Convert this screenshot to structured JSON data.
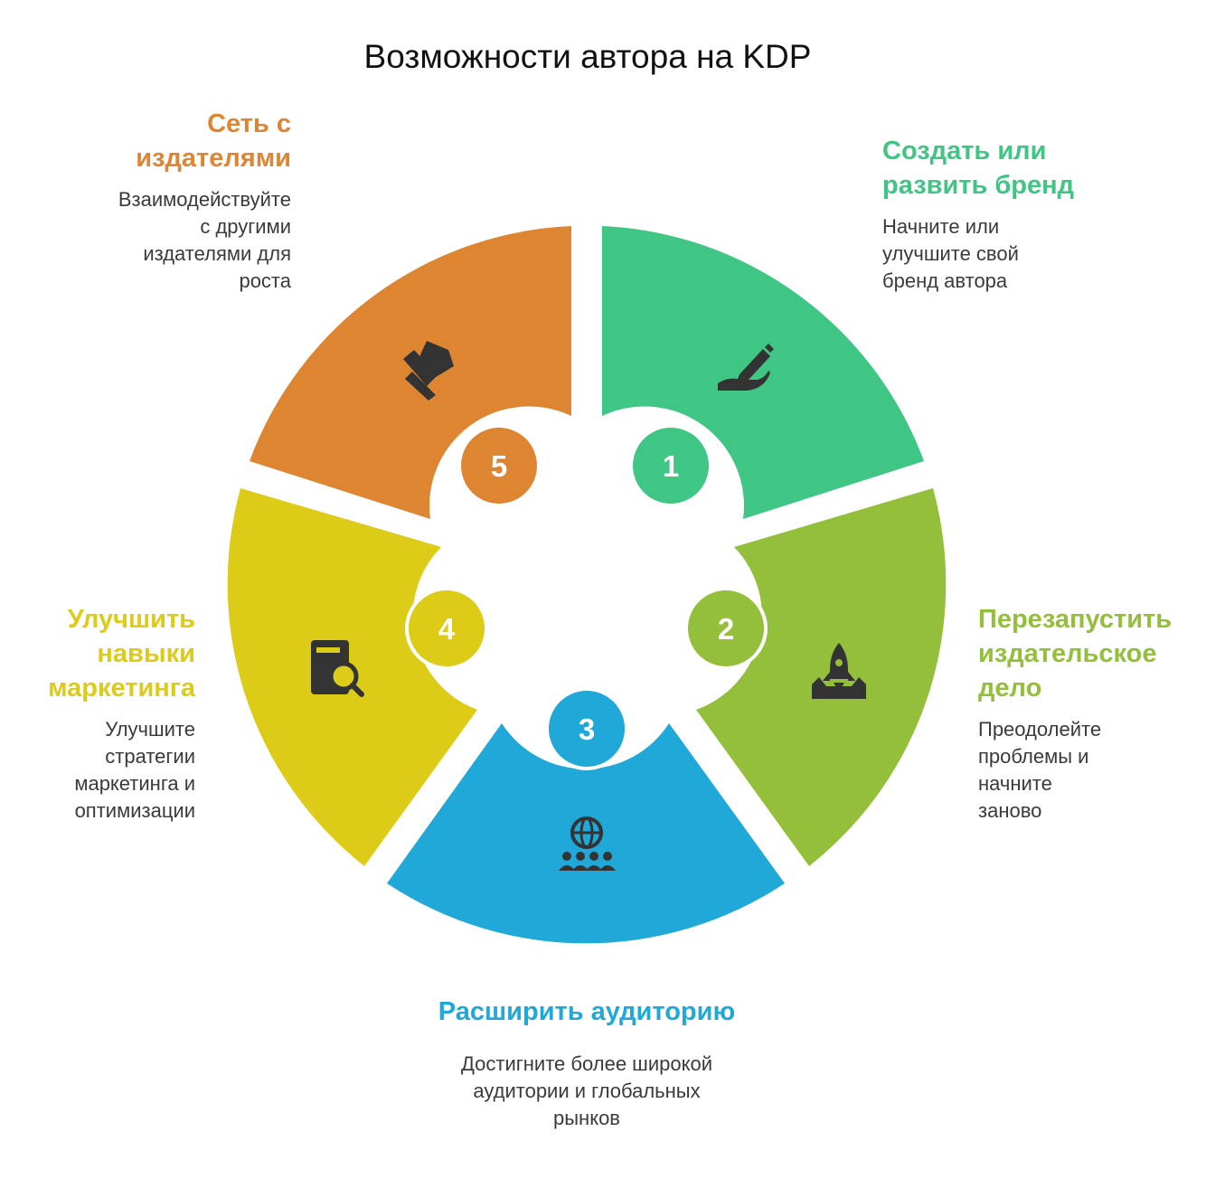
{
  "title": "Возможности автора на KDP",
  "colors": {
    "green": "#3fc584",
    "lime": "#94bf3b",
    "blue": "#20a8d8",
    "yellow": "#dccb17",
    "orange": "#de8532"
  },
  "segments": [
    {
      "number": "1",
      "heading": "Создать или развить бренд",
      "heading_lines": [
        "Создать или",
        "развить бренд"
      ],
      "desc_lines": [
        "Начните или",
        "улучшите свой",
        "бренд автора"
      ],
      "icon": "hand-pen-icon"
    },
    {
      "number": "2",
      "heading": "Перезапустить издательское дело",
      "heading_lines": [
        "Перезапустить",
        "издательское",
        "дело"
      ],
      "desc_lines": [
        "Преодолейте",
        "проблемы и",
        "начните",
        "заново"
      ],
      "icon": "rocket-launch-icon"
    },
    {
      "number": "3",
      "heading": "Расширить аудиторию",
      "heading_lines": [
        "Расширить аудиторию"
      ],
      "desc_lines": [
        "Достигните более широкой",
        "аудитории и глобальных",
        "рынков"
      ],
      "icon": "globe-people-icon"
    },
    {
      "number": "4",
      "heading": "Улучшить навыки маркетинга",
      "heading_lines": [
        "Улучшить",
        "навыки",
        "маркетинга"
      ],
      "desc_lines": [
        "Улучшите",
        "стратегии",
        "маркетинга и",
        "оптимизации"
      ],
      "icon": "book-search-icon"
    },
    {
      "number": "5",
      "heading": "Сеть с издателями",
      "heading_lines": [
        "Сеть с",
        "издателями"
      ],
      "desc_lines": [
        "Взаимодействуйте",
        "с другими",
        "издателями для",
        "роста"
      ],
      "icon": "handshake-icon"
    }
  ]
}
